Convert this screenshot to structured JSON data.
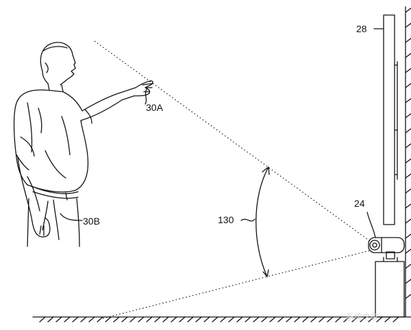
{
  "labels": {
    "display": "28",
    "sensor": "24",
    "hand": "30A",
    "body": "30B",
    "angle": "130"
  },
  "watermark": "系统之家",
  "colors": {
    "ink": "#111111",
    "background": "#ffffff"
  }
}
